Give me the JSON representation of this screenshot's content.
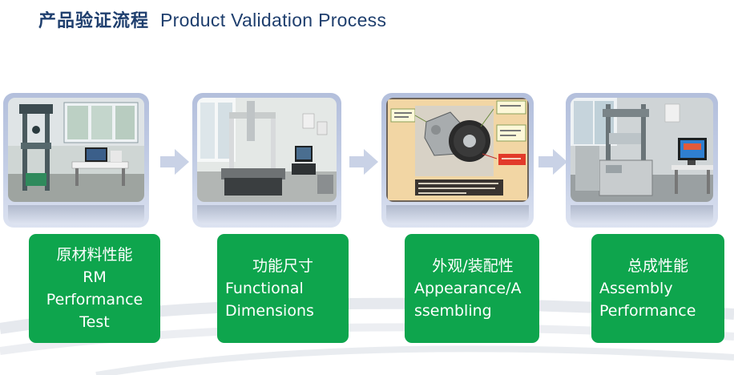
{
  "header": {
    "title_cn": "产品验证流程",
    "title_en": "Product Validation Process"
  },
  "steps": [
    {
      "photo": "material-testing-machine",
      "label_lines": [
        "原材料性能",
        "RM",
        "Performance",
        "Test"
      ]
    },
    {
      "photo": "coordinate-measuring-machine",
      "label_lines": [
        "功能尺寸",
        "Functional",
        "Dimensions"
      ]
    },
    {
      "photo": "tensioner-assembly-diagram",
      "label_lines": [
        "外观/装配性",
        "Appearance/A",
        "ssembling"
      ]
    },
    {
      "photo": "assembly-test-bench",
      "label_lines": [
        "总成性能",
        "Assembly",
        "Performance"
      ]
    }
  ],
  "colors": {
    "title": "#1f3f6e",
    "label_bg": "#0ea54d",
    "label_text": "#ffffff",
    "frame": "#c5cfe6",
    "arrow": "#c9d2e6"
  },
  "icons": {
    "arrow": "right-arrow-icon"
  }
}
